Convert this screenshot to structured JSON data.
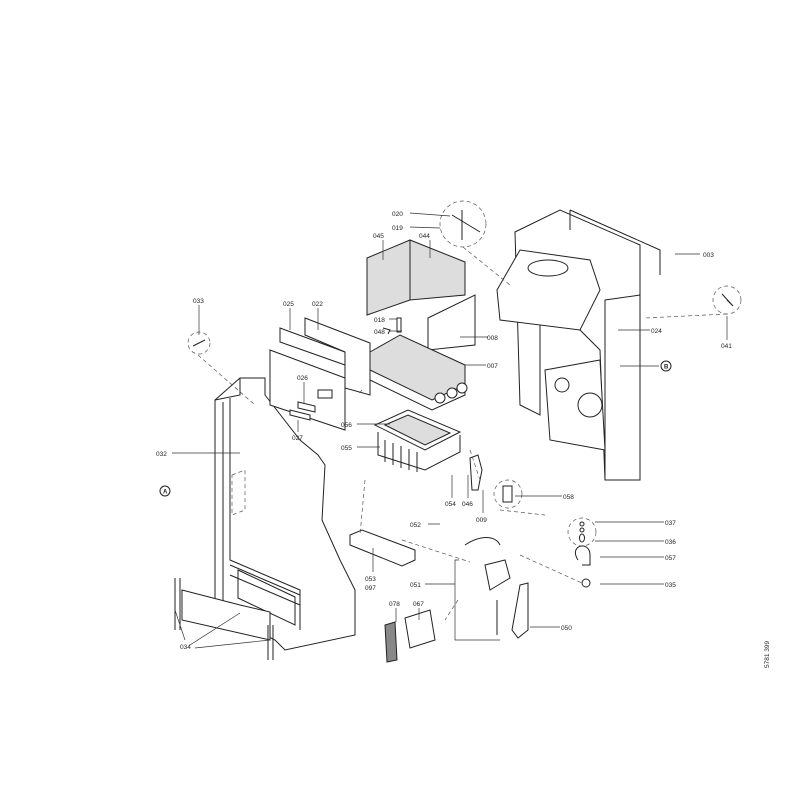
{
  "drawing_number": "5781 399",
  "callouts": {
    "A": "A",
    "B": "B"
  },
  "parts": {
    "p020": "020",
    "p019": "019",
    "p045": "045",
    "p044": "044",
    "p003": "003",
    "p033": "033",
    "p025": "025",
    "p022": "022",
    "p018": "018",
    "p048": "048",
    "p008": "008",
    "p024": "024",
    "p041": "041",
    "p007": "007",
    "p026": "026",
    "p027": "027",
    "p056": "056",
    "p055": "055",
    "p032": "032",
    "p058": "058",
    "p054": "054",
    "p046": "046",
    "p009": "009",
    "p052": "052",
    "p037": "037",
    "p036": "036",
    "p057": "057",
    "p053": "053",
    "p097": "097",
    "p051": "051",
    "p035": "035",
    "p078": "078",
    "p067": "067",
    "p050": "050",
    "p034": "034"
  }
}
